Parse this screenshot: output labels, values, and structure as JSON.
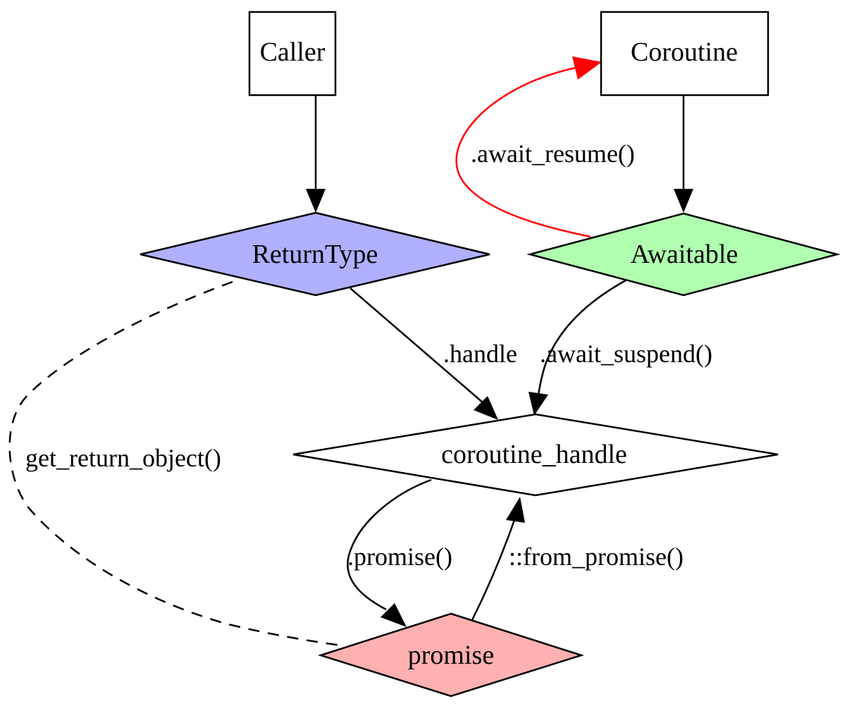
{
  "diagram": {
    "type": "directed-graph",
    "nodes": {
      "caller": {
        "label": "Caller",
        "shape": "box",
        "fill": "#ffffff"
      },
      "coroutine": {
        "label": "Coroutine",
        "shape": "box",
        "fill": "#ffffff"
      },
      "return_type": {
        "label": "ReturnType",
        "shape": "diamond",
        "fill": "#b0b0ff"
      },
      "awaitable": {
        "label": "Awaitable",
        "shape": "diamond",
        "fill": "#b0ffb0"
      },
      "coroutine_handle": {
        "label": "coroutine_handle",
        "shape": "diamond",
        "fill": "#ffffff"
      },
      "promise": {
        "label": "promise",
        "shape": "diamond",
        "fill": "#ffb0b0"
      }
    },
    "edges": [
      {
        "from": "Caller",
        "to": "ReturnType",
        "label": "",
        "style": "solid",
        "color": "#000000"
      },
      {
        "from": "Coroutine",
        "to": "Awaitable",
        "label": "",
        "style": "solid",
        "color": "#000000"
      },
      {
        "from": "Awaitable",
        "to": "Coroutine",
        "label": ".await_resume()",
        "style": "solid",
        "color": "#ff0000"
      },
      {
        "from": "ReturnType",
        "to": "coroutine_handle",
        "label": ".handle",
        "style": "solid",
        "color": "#000000"
      },
      {
        "from": "Awaitable",
        "to": "coroutine_handle",
        "label": ".await_suspend()",
        "style": "solid",
        "color": "#000000"
      },
      {
        "from": "coroutine_handle",
        "to": "promise",
        "label": ".promise()",
        "style": "solid",
        "color": "#000000"
      },
      {
        "from": "promise",
        "to": "coroutine_handle",
        "label": "::from_promise()",
        "style": "solid",
        "color": "#000000"
      },
      {
        "from": "ReturnType",
        "to": "promise",
        "label": "get_return_object()",
        "style": "dashed",
        "color": "#000000"
      }
    ]
  }
}
